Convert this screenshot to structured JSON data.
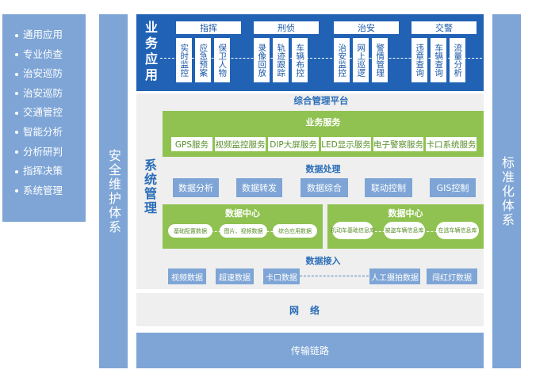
{
  "functions": [
    "通用应用",
    "专业侦查",
    "治安巡防",
    "治安巡防",
    "交通管控",
    "智能分析",
    "分析研判",
    "指挥决策",
    "系统管理"
  ],
  "left_bar_title": "安全维护体系",
  "right_bar_title": "标准化体系",
  "business": {
    "title": "业务应用",
    "groups": [
      {
        "name": "指挥",
        "items": [
          "实时监控",
          "应急预案",
          "保卫人物"
        ]
      },
      {
        "name": "刑侦",
        "items": [
          "录像回放",
          "轨迹跟踪",
          "车辆布控"
        ]
      },
      {
        "name": "治安",
        "items": [
          "治安监控",
          "网上巡逻",
          "警情管理"
        ]
      },
      {
        "name": "交警",
        "items": [
          "违章查询",
          "车辆查询",
          "流量分析"
        ]
      }
    ]
  },
  "system": {
    "title": "系统管理",
    "platform_title": "综合管理平台",
    "services": {
      "title": "业务服务",
      "items": [
        "GPS服务",
        "视频监控服务",
        "DIP大屏服务",
        "LED显示服务",
        "电子警察服务",
        "卡口系统服务"
      ]
    },
    "processing": {
      "title": "数据处理",
      "items": [
        "数据分析",
        "数据转发",
        "数据综合",
        "联动控制",
        "GIS控制"
      ]
    },
    "datacenter_left": {
      "title": "数据中心",
      "items": [
        "基础配置数据",
        "图片、视频数据",
        "综合应用数据"
      ]
    },
    "datacenter_right": {
      "title": "数据中心",
      "items": [
        "机动车基础信息库",
        "被盗车辆信息库",
        "在逃车辆信息库"
      ]
    },
    "access": {
      "title": "数据接入",
      "items": [
        "视频数据",
        "超速数据",
        "卡口数据",
        "人工摄拍数据",
        "闯红灯数据"
      ]
    }
  },
  "network": "网络",
  "transport": "传输链路"
}
